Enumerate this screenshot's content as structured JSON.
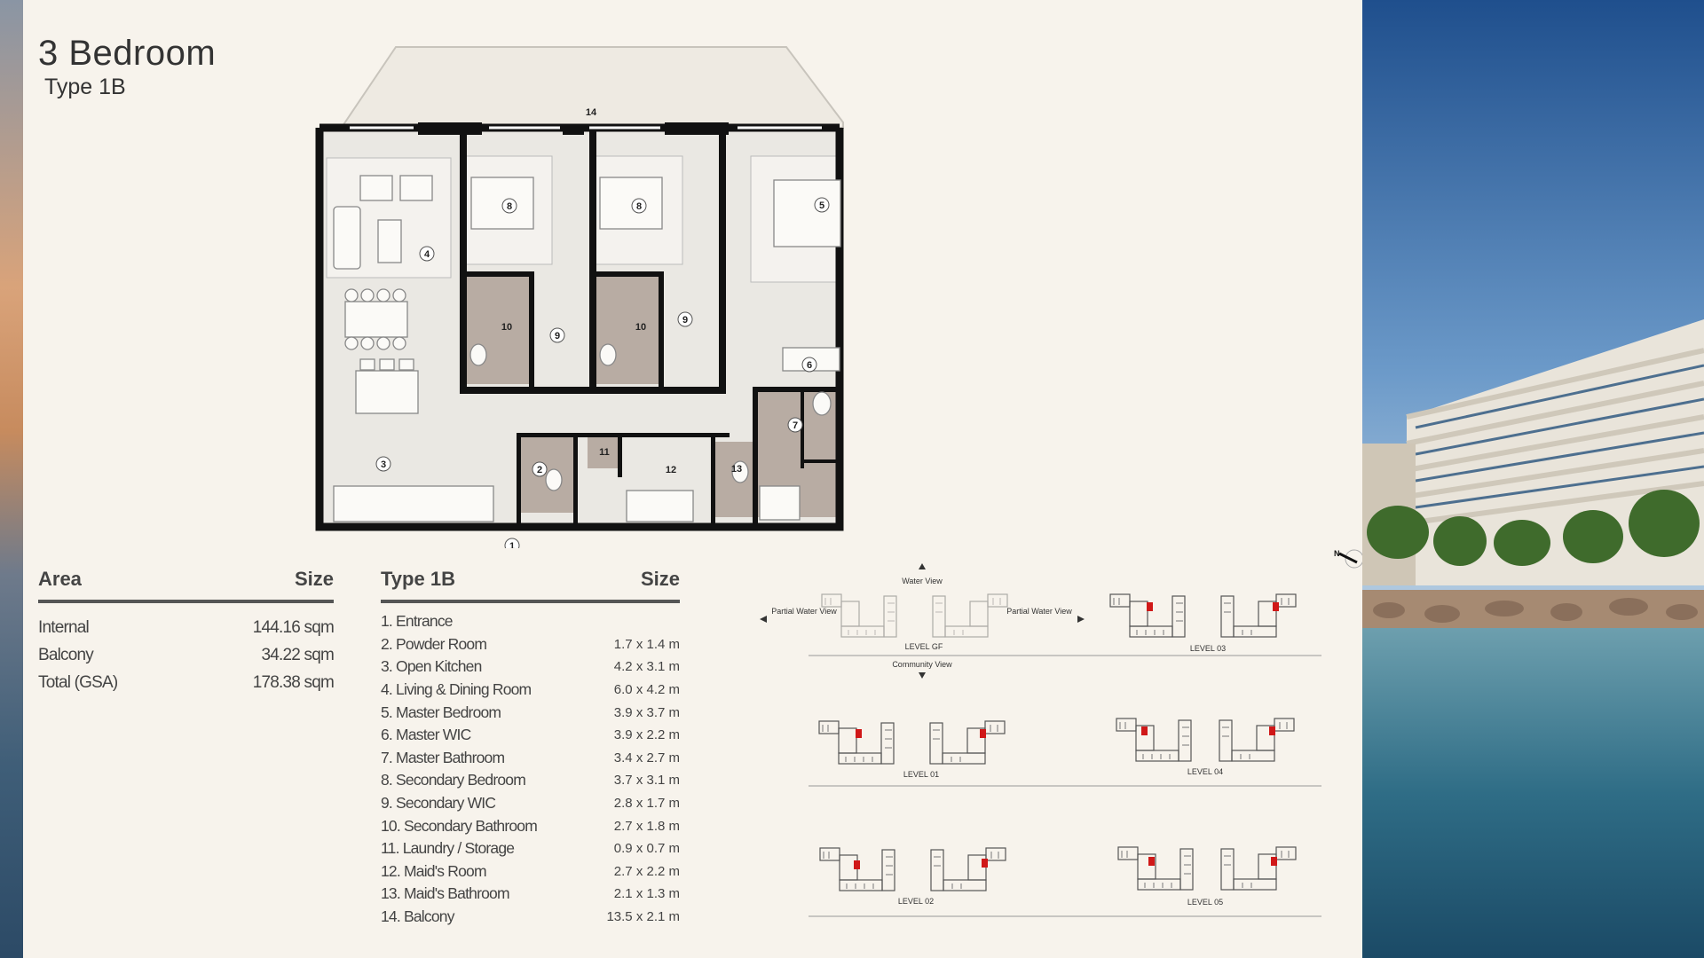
{
  "title": "3 Bedroom",
  "subtitle": "Type 1B",
  "floorplan": {
    "room_markers": [
      "14",
      "8",
      "8",
      "5",
      "4",
      "10",
      "9",
      "10",
      "9",
      "6",
      "7",
      "11",
      "2",
      "12",
      "13",
      "3",
      "1"
    ]
  },
  "area_table": {
    "header_left": "Area",
    "header_right": "Size",
    "rows": [
      {
        "label": "Internal",
        "value": "144.16 sqm"
      },
      {
        "label": "Balcony",
        "value": "34.22 sqm"
      },
      {
        "label": "Total (GSA)",
        "value": "178.38 sqm"
      }
    ]
  },
  "rooms_table": {
    "header_left": "Type 1B",
    "header_right": "Size",
    "rows": [
      {
        "label": "1. Entrance",
        "size": ""
      },
      {
        "label": "2. Powder Room",
        "size": "1.7 x 1.4 m"
      },
      {
        "label": "3. Open Kitchen",
        "size": "4.2 x 3.1 m"
      },
      {
        "label": "4. Living & Dining Room",
        "size": "6.0 x 4.2 m"
      },
      {
        "label": "5. Master Bedroom",
        "size": "3.9 x 3.7 m"
      },
      {
        "label": "6. Master WIC",
        "size": "3.9 x 2.2 m"
      },
      {
        "label": "7. Master Bathroom",
        "size": "3.4 x 2.7 m"
      },
      {
        "label": "8. Secondary Bedroom",
        "size": "3.7 x 3.1 m"
      },
      {
        "label": "9. Secondary WIC",
        "size": "2.8 x 1.7 m"
      },
      {
        "label": "10. Secondary Bathroom",
        "size": "2.7 x 1.8 m"
      },
      {
        "label": "11. Laundry / Storage",
        "size": "0.9 x 0.7 m"
      },
      {
        "label": "12. Maid's Room",
        "size": "2.7 x 2.2 m"
      },
      {
        "label": "13. Maid's Bathroom",
        "size": "2.1 x 1.3 m"
      },
      {
        "label": "14. Balcony",
        "size": "13.5 x 2.1 m"
      }
    ]
  },
  "keyplan": {
    "water_view": "Water View",
    "community_view": "Community View",
    "partial_water_view_left": "Partial Water View",
    "partial_water_view_right": "Partial Water View",
    "levels": [
      "LEVEL GF",
      "LEVEL 01",
      "LEVEL 02",
      "LEVEL 03",
      "LEVEL 04",
      "LEVEL 05"
    ]
  },
  "compass_label": "N",
  "colors": {
    "background": "#f7f3ec",
    "wall": "#111111",
    "wet_room": "#b8aca3",
    "unit_highlight": "#d01818",
    "rule_line": "#555555"
  }
}
